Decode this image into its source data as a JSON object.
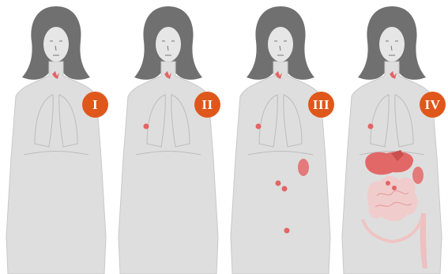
{
  "stages": [
    {
      "label": "I"
    },
    {
      "label": "II"
    },
    {
      "label": "III"
    },
    {
      "label": "IV"
    }
  ],
  "colors": {
    "badge": "#e0571b",
    "body": "#dedede",
    "hair": "#707070",
    "lesion": "#e26565",
    "organs": "#f2b1b1"
  }
}
